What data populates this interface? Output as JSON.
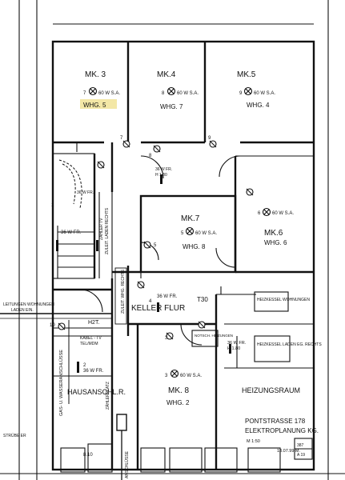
{
  "rooms": {
    "mk3": {
      "name": "MK. 3",
      "num": "7",
      "lamp": "60 W S.A.",
      "flat": "WHG. 5"
    },
    "mk4": {
      "name": "MK.4",
      "num": "8",
      "lamp": "60 W S.A.",
      "flat": "WHG. 7"
    },
    "mk5": {
      "name": "MK.5",
      "num": "9",
      "lamp": "60 W S.A.",
      "flat": "WHG. 4"
    },
    "mk7": {
      "name": "MK.7",
      "num": "5",
      "lamp": "60 W S.A.",
      "flat": "WHG. 8"
    },
    "mk6": {
      "name": "MK.6",
      "num": "6",
      "lamp": "60 W S.A.",
      "flat": "WHG. 6"
    },
    "mk8": {
      "name": "MK. 8",
      "num": "3",
      "lamp": "60 W S.A.",
      "flat": "WHG. 2"
    },
    "keller_flur": "KELLER FLUR",
    "hausanschl": "HAUSANSCHL.R.",
    "heizung": "HEIZUNGSRAUM"
  },
  "labels": {
    "stair_lamp": "36 W FR.",
    "stair_lamp2": "36 W FR.",
    "flur_lamp": "36 W FR.",
    "flur_lamp_num": "4",
    "mk7_lamp_top": "36 W FR.",
    "mk7_lamp_sub": "H 1.80",
    "hausanschl_lamp": "36 W FR.",
    "hausanschl_num": "2",
    "heizung_lamp": "36 W FR.",
    "heizung_lamp_sub": "H 1.80",
    "t30": "T30",
    "h2t": "H2T.",
    "kabel": "KABEL - TV",
    "telmodem": "TEL/MDM",
    "zaehler": "ZÄHLERPLATZ",
    "zaehler2": "ZÄHLER TV",
    "notschalter": "NOTSCH. HEIZUNGEN",
    "leitungen": "LEITUNGEN WOHNUNGEN",
    "leitungen2": "LADEN EIN.",
    "gas_wasser": "GAS- U. WASSERANSCHLÜSSE",
    "zuleit_laden": "ZULEIT. LADEN RECHTS",
    "zuleit_whg": "ZULEIT. WHG. RECHTS",
    "schacht": "ANSCHLÜSSE",
    "heizkessel_wohn": "HEIZKESSEL WOHNUNGEN",
    "heizkessel_laden": "HEIZKESSEL LADEN EG. RECHTS",
    "sz": "5",
    "n8": "8",
    "n9": "9",
    "n1": "1",
    "n10": "10",
    "n7": "7",
    "n3": "3",
    "bottom_left": "STRÜBE ER",
    "dim_810": "8.10"
  },
  "title_block": {
    "line1": "PONTSTRASSE 178",
    "line2": "ELEKTROPLANUNG  KG.",
    "scale": "M 1:50",
    "date": "13.07.99 M.",
    "sheet_top": "387",
    "sheet_bottom": "A 19"
  }
}
